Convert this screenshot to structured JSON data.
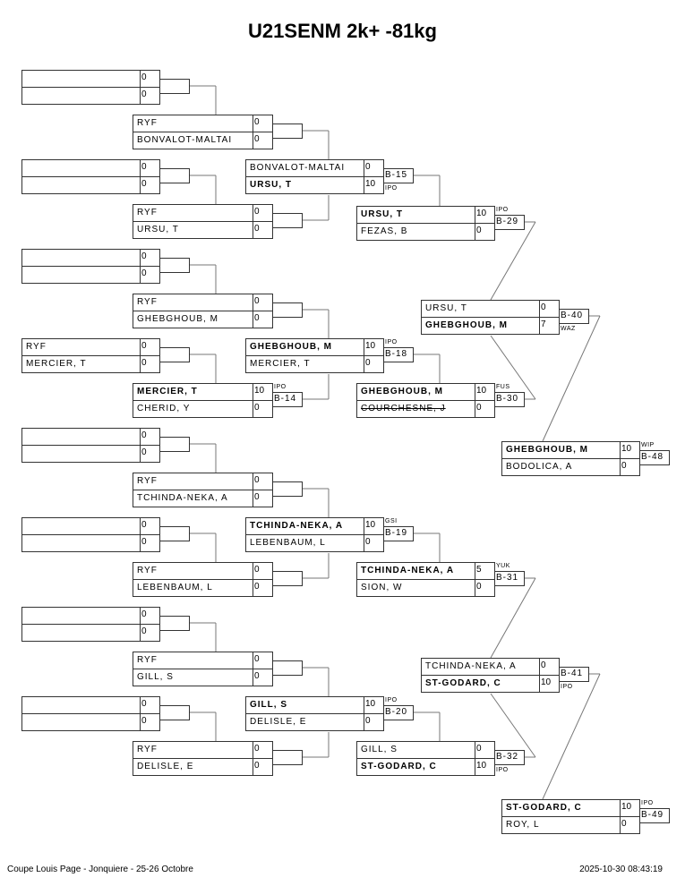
{
  "title": "U21SENM 2k+ -81kg",
  "footer": {
    "event": "Coupe Louis Page - Jonquiere - 25-26 Octobre",
    "printed": "2025-10-30 08:43:19"
  },
  "colors": {
    "line": "#333333",
    "connector": "#777777"
  },
  "matches": [
    {
      "id": "r1-1",
      "top": {
        "name": "",
        "score": "0"
      },
      "bottom": {
        "name": "",
        "score": "0"
      },
      "tag": "",
      "win_type": ""
    },
    {
      "id": "r1-2",
      "top": {
        "name": "",
        "score": "0"
      },
      "bottom": {
        "name": "",
        "score": "0"
      },
      "tag": "",
      "win_type": ""
    },
    {
      "id": "r1-3",
      "top": {
        "name": "",
        "score": "0"
      },
      "bottom": {
        "name": "",
        "score": "0"
      },
      "tag": "",
      "win_type": ""
    },
    {
      "id": "r1-4",
      "top": {
        "name": "RYF",
        "score": "0"
      },
      "bottom": {
        "name": "MERCIER, T",
        "score": "0"
      },
      "tag": "",
      "win_type": ""
    },
    {
      "id": "r1-5",
      "top": {
        "name": "",
        "score": "0"
      },
      "bottom": {
        "name": "",
        "score": "0"
      },
      "tag": "",
      "win_type": ""
    },
    {
      "id": "r1-6",
      "top": {
        "name": "",
        "score": "0"
      },
      "bottom": {
        "name": "",
        "score": "0"
      },
      "tag": "",
      "win_type": ""
    },
    {
      "id": "r1-7",
      "top": {
        "name": "",
        "score": "0"
      },
      "bottom": {
        "name": "",
        "score": "0"
      },
      "tag": "",
      "win_type": ""
    },
    {
      "id": "r1-8",
      "top": {
        "name": "",
        "score": "0"
      },
      "bottom": {
        "name": "",
        "score": "0"
      },
      "tag": "",
      "win_type": ""
    },
    {
      "id": "r2-1",
      "top": {
        "name": "RYF",
        "score": "0"
      },
      "bottom": {
        "name": "BONVALOT-MALTAI",
        "score": "0"
      },
      "tag": "",
      "win_type": ""
    },
    {
      "id": "r2-2",
      "top": {
        "name": "RYF",
        "score": "0"
      },
      "bottom": {
        "name": "URSU, T",
        "score": "0"
      },
      "tag": "",
      "win_type": ""
    },
    {
      "id": "r2-3",
      "top": {
        "name": "RYF",
        "score": "0"
      },
      "bottom": {
        "name": "GHEBGHOUB, M",
        "score": "0"
      },
      "tag": "",
      "win_type": ""
    },
    {
      "id": "r2-4",
      "top": {
        "name": "MERCIER, T",
        "score": "10",
        "winner": true
      },
      "bottom": {
        "name": "CHERID, Y",
        "score": "0"
      },
      "tag": "B-14",
      "win_type": "IPO",
      "win_pos": "top"
    },
    {
      "id": "r2-5",
      "top": {
        "name": "RYF",
        "score": "0"
      },
      "bottom": {
        "name": "TCHINDA-NEKA, A",
        "score": "0"
      },
      "tag": "",
      "win_type": ""
    },
    {
      "id": "r2-6",
      "top": {
        "name": "RYF",
        "score": "0"
      },
      "bottom": {
        "name": "LEBENBAUM, L",
        "score": "0"
      },
      "tag": "",
      "win_type": ""
    },
    {
      "id": "r2-7",
      "top": {
        "name": "RYF",
        "score": "0"
      },
      "bottom": {
        "name": "GILL, S",
        "score": "0"
      },
      "tag": "",
      "win_type": ""
    },
    {
      "id": "r2-8",
      "top": {
        "name": "RYF",
        "score": "0"
      },
      "bottom": {
        "name": "DELISLE, E",
        "score": "0"
      },
      "tag": "",
      "win_type": ""
    },
    {
      "id": "r3-1",
      "top": {
        "name": "BONVALOT-MALTAI",
        "score": "0"
      },
      "bottom": {
        "name": "URSU, T",
        "score": "10",
        "winner": true
      },
      "tag": "B-15",
      "win_type": "IPO",
      "win_pos": "bottom"
    },
    {
      "id": "r3-2",
      "top": {
        "name": "GHEBGHOUB, M",
        "score": "10",
        "winner": true
      },
      "bottom": {
        "name": "MERCIER, T",
        "score": "0"
      },
      "tag": "B-18",
      "win_type": "IPO",
      "win_pos": "top"
    },
    {
      "id": "r3-3",
      "top": {
        "name": "TCHINDA-NEKA, A",
        "score": "10",
        "winner": true
      },
      "bottom": {
        "name": "LEBENBAUM, L",
        "score": "0"
      },
      "tag": "B-19",
      "win_type": "GSI",
      "win_pos": "top"
    },
    {
      "id": "r3-4",
      "top": {
        "name": "GILL, S",
        "score": "10",
        "winner": true
      },
      "bottom": {
        "name": "DELISLE, E",
        "score": "0"
      },
      "tag": "B-20",
      "win_type": "IPO",
      "win_pos": "top"
    },
    {
      "id": "r4-1",
      "top": {
        "name": "URSU, T",
        "score": "10",
        "winner": true
      },
      "bottom": {
        "name": "FEZAS, B",
        "score": "0"
      },
      "tag": "B-29",
      "win_type": "IPO",
      "win_pos": "top"
    },
    {
      "id": "r4-2",
      "top": {
        "name": "GHEBGHOUB, M",
        "score": "10",
        "winner": true
      },
      "bottom": {
        "name": "COURCHESNE, J",
        "score": "0",
        "struck": true
      },
      "tag": "B-30",
      "win_type": "FUS",
      "win_pos": "top"
    },
    {
      "id": "r4-3",
      "top": {
        "name": "TCHINDA-NEKA, A",
        "score": "5",
        "winner": true
      },
      "bottom": {
        "name": "SION, W",
        "score": "0"
      },
      "tag": "B-31",
      "win_type": "YUK",
      "win_pos": "top"
    },
    {
      "id": "r4-4",
      "top": {
        "name": "GILL, S",
        "score": "0"
      },
      "bottom": {
        "name": "ST-GODARD, C",
        "score": "10",
        "winner": true
      },
      "tag": "B-32",
      "win_type": "IPO",
      "win_pos": "bottom"
    },
    {
      "id": "sf-1",
      "top": {
        "name": "URSU, T",
        "score": "0"
      },
      "bottom": {
        "name": "GHEBGHOUB, M",
        "score": "7",
        "winner": true
      },
      "tag": "B-40",
      "win_type": "WAZ",
      "win_pos": "bottom"
    },
    {
      "id": "sf-2",
      "top": {
        "name": "TCHINDA-NEKA, A",
        "score": "0"
      },
      "bottom": {
        "name": "ST-GODARD, C",
        "score": "10",
        "winner": true
      },
      "tag": "B-41",
      "win_type": "IPO",
      "win_pos": "bottom"
    },
    {
      "id": "f-1",
      "top": {
        "name": "GHEBGHOUB, M",
        "score": "10",
        "winner": true
      },
      "bottom": {
        "name": "BODOLICA, A",
        "score": "0"
      },
      "tag": "B-48",
      "win_type": "WIP",
      "win_pos": "top"
    },
    {
      "id": "f-2",
      "top": {
        "name": "ST-GODARD, C",
        "score": "10",
        "winner": true
      },
      "bottom": {
        "name": "ROY, L",
        "score": "0"
      },
      "tag": "B-49",
      "win_type": "IPO",
      "win_pos": "top"
    }
  ]
}
